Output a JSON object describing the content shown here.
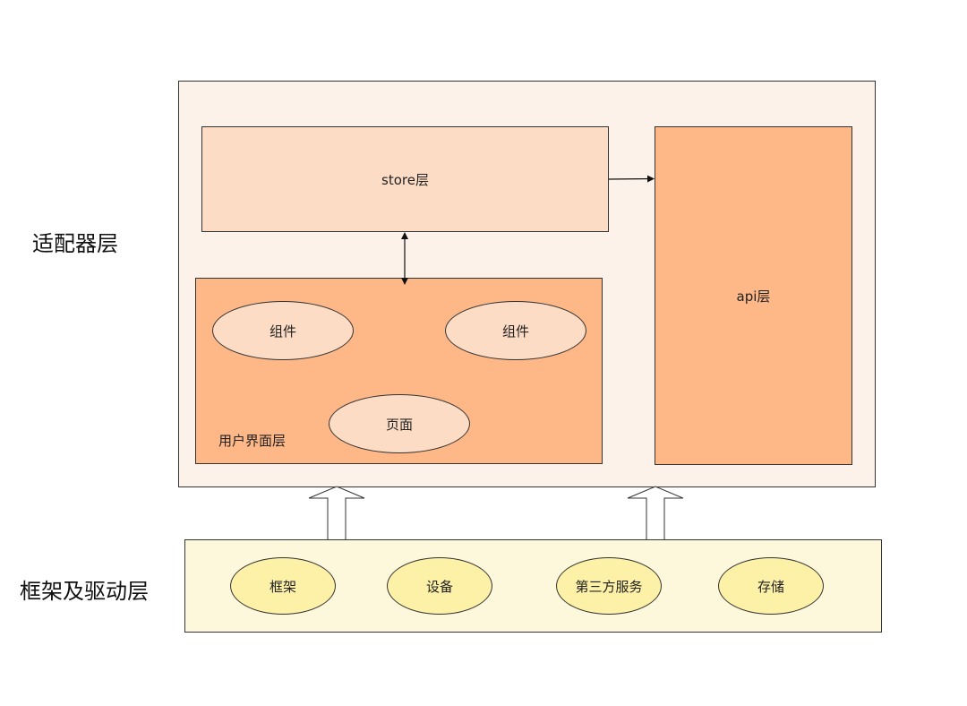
{
  "labels": {
    "adapter_layer": "适配器层",
    "framework_layer": "框架及驱动层"
  },
  "adapter": {
    "store": "store层",
    "api": "api层",
    "ui_layer": "用户界面层",
    "component_1": "组件",
    "component_2": "组件",
    "page": "页面"
  },
  "framework": {
    "items": [
      "框架",
      "设备",
      "第三方服务",
      "存储"
    ]
  },
  "colors": {
    "outer_fill": "#fdf2ea",
    "store_fill": "#fddcc5",
    "ui_fill": "#feb787",
    "api_fill": "#feb787",
    "ellipse_fill": "#fddcc5",
    "framework_fill": "#fdf7dc",
    "framework_ellipse_fill": "#fdf1a8",
    "stroke": "#333333"
  }
}
